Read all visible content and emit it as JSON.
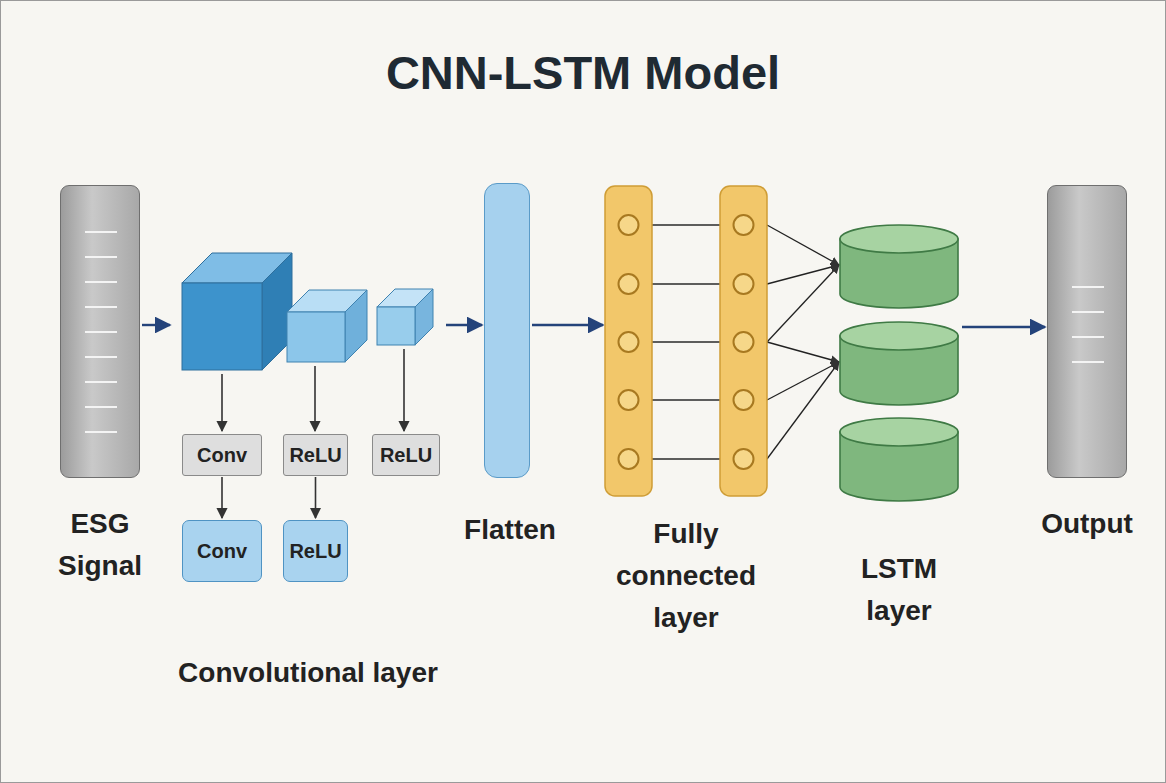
{
  "diagram": {
    "title": "CNN-LSTM Model",
    "nodes": [
      {
        "text": [
          "ESG Signal"
        ]
      },
      {
        "text": [
          "Convolutional layer"
        ]
      },
      {
        "text": [
          "Conv"
        ],
        "in": 1
      },
      {
        "text": [
          "ReLU"
        ],
        "in": 1
      },
      {
        "text": [
          "ReLU"
        ],
        "in": 1
      },
      {
        "text": [
          "Conv"
        ],
        "in": 1
      },
      {
        "text": [
          "ReLU"
        ],
        "in": 1
      },
      {
        "text": [
          "Flatten"
        ]
      },
      {
        "text": [
          "Fully connected layer"
        ]
      },
      {
        "text": [
          "LSTM layer"
        ]
      },
      {
        "text": [
          "Output"
        ]
      }
    ],
    "edges": [
      {
        "from": 0,
        "to": 1,
        "arrow": "to"
      },
      {
        "from": 2,
        "to": 5,
        "arrow": "to"
      },
      {
        "from": 3,
        "to": 6,
        "arrow": "to"
      },
      {
        "from": 1,
        "to": 7,
        "arrow": "to"
      },
      {
        "from": 7,
        "to": 8,
        "arrow": "to"
      },
      {
        "from": 8,
        "to": 9,
        "arrow": "to"
      },
      {
        "from": 9,
        "to": 10,
        "arrow": "to"
      }
    ]
  }
}
